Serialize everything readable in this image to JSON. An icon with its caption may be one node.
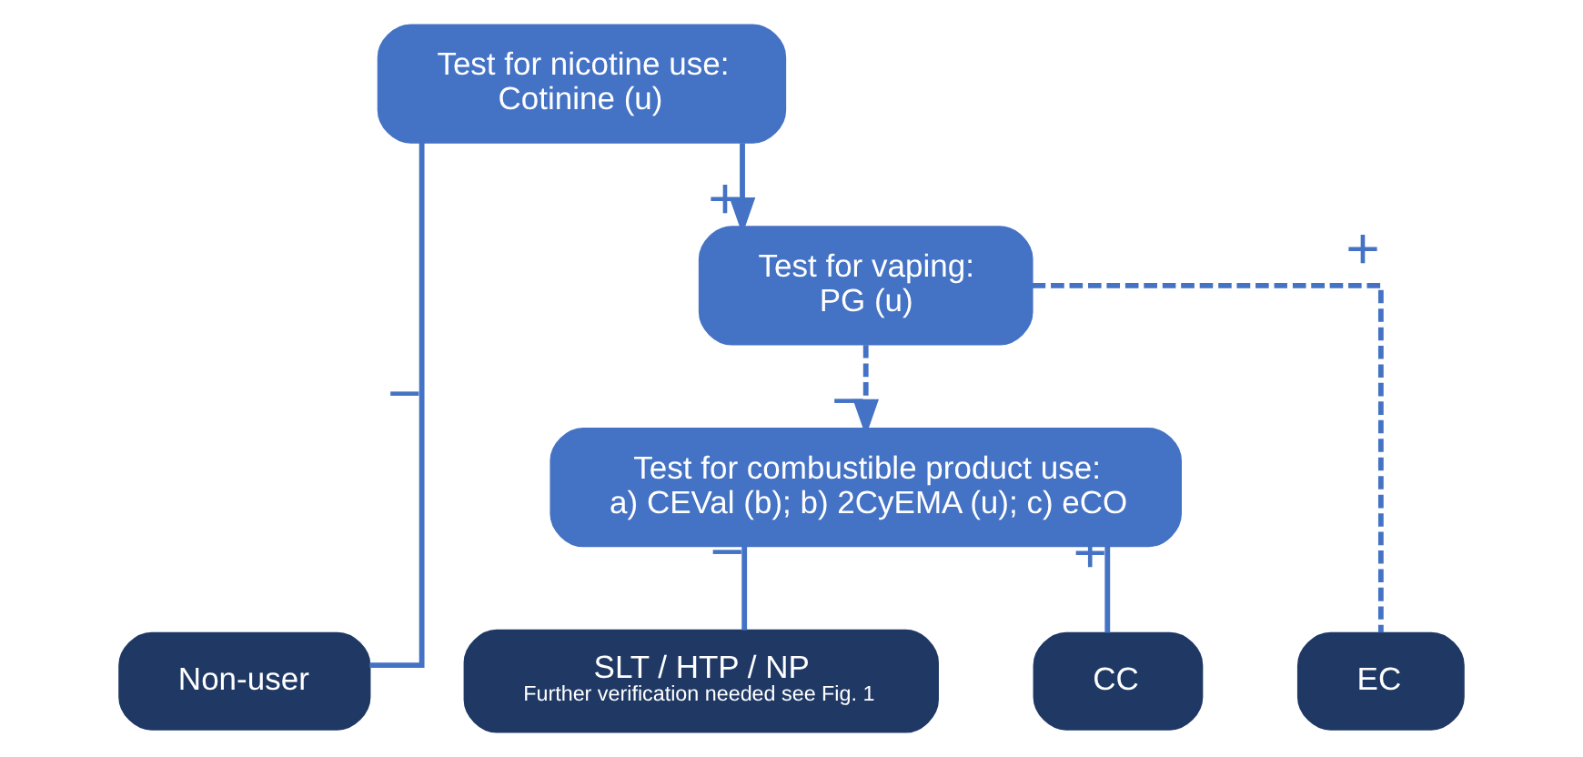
{
  "diagram": {
    "nodes": [
      {
        "text": [
          "Test for nicotine use:",
          "Cotinine (u)"
        ]
      },
      {
        "text": [
          "Test for vaping:",
          "PG (u)"
        ]
      },
      {
        "text": [
          "Test for combustible product use:",
          "a) CEVal (b); b) 2CyEMA (u); c) eCO"
        ]
      },
      {
        "text": [
          "Non-user"
        ]
      },
      {
        "text": [
          "SLT / HTP / NP",
          "Further verification needed see Fig. 1"
        ]
      },
      {
        "text": [
          "CC"
        ]
      },
      {
        "text": [
          "EC"
        ]
      }
    ],
    "edges": [
      {
        "from": 0,
        "to": 3,
        "arrow": "none",
        "label": "−"
      },
      {
        "from": 0,
        "to": 1,
        "arrow": "to",
        "label": "+"
      },
      {
        "from": 1,
        "to": 2,
        "arrow": "to",
        "label": "−",
        "style": "dashed"
      },
      {
        "from": 1,
        "to": 6,
        "arrow": "none",
        "label": "+",
        "style": "dashed"
      },
      {
        "from": 2,
        "to": 4,
        "arrow": "none",
        "label": "−"
      },
      {
        "from": 2,
        "to": 5,
        "arrow": "none",
        "label": "+"
      }
    ]
  }
}
